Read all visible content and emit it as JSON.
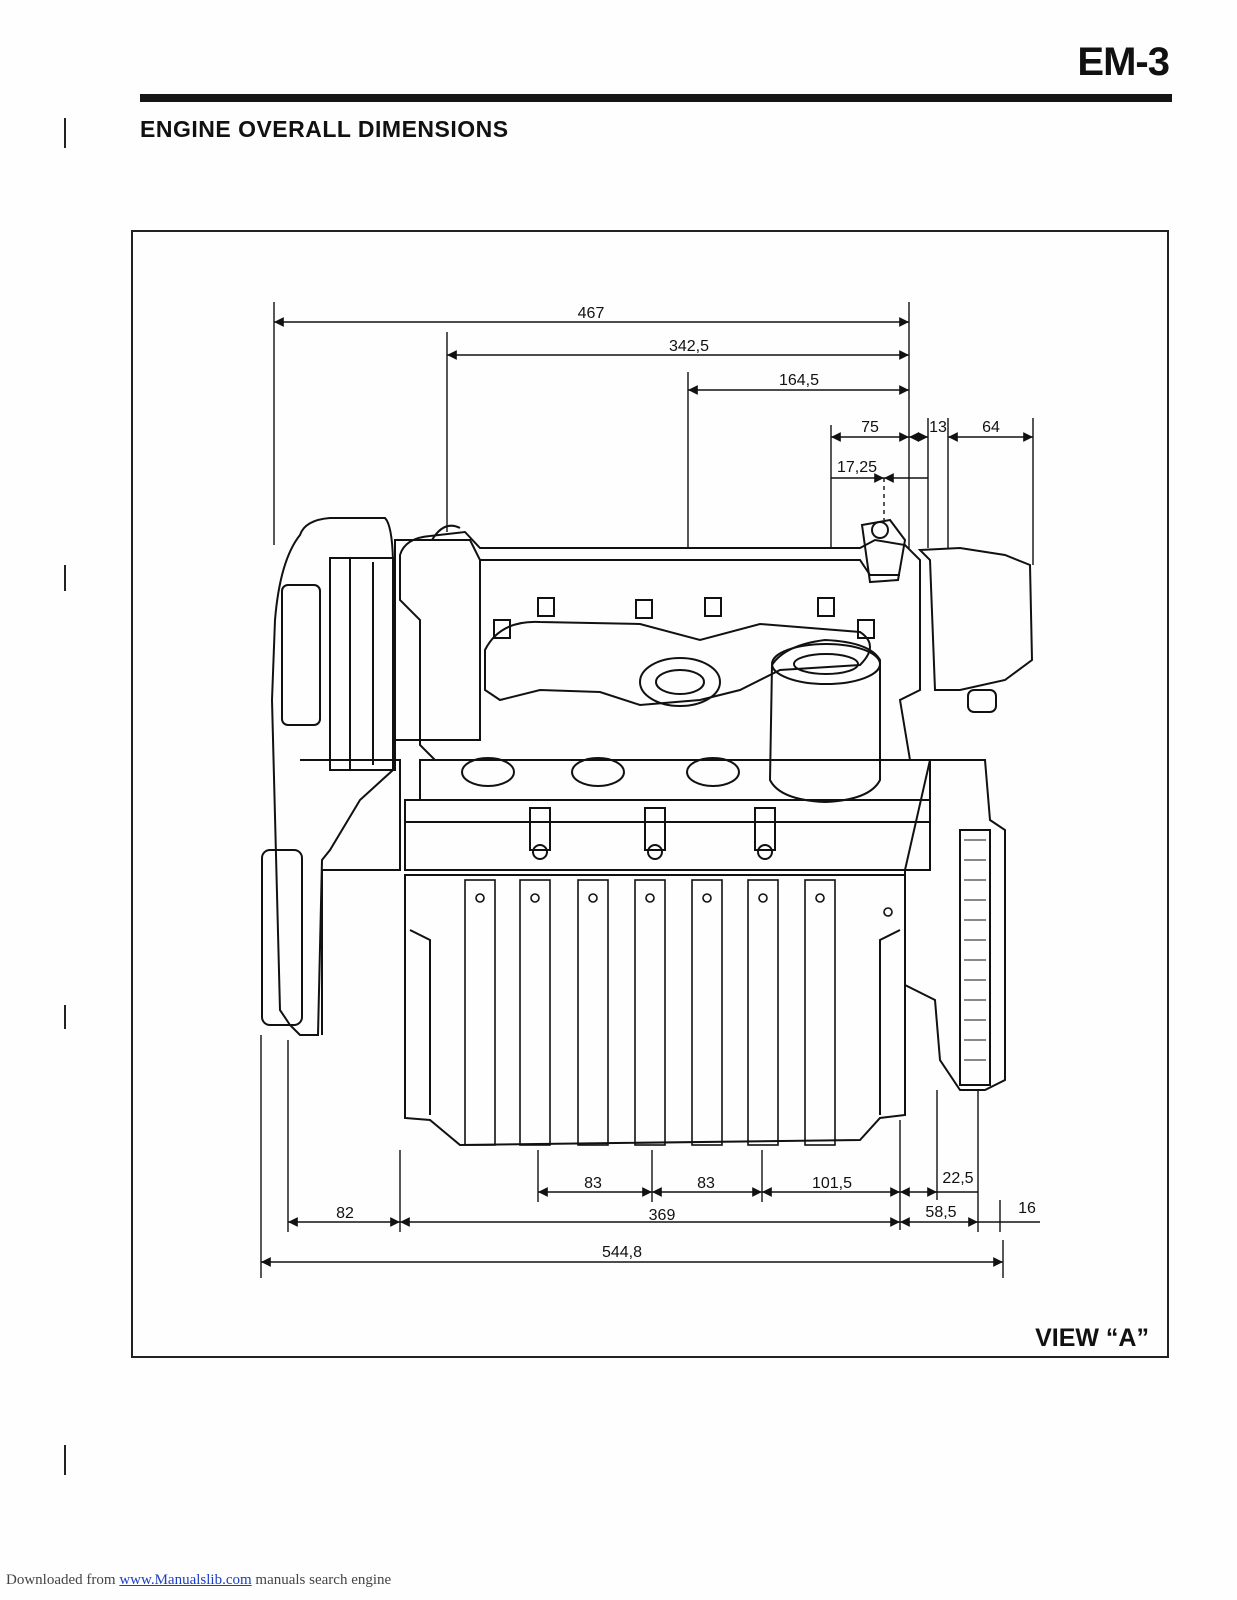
{
  "header": {
    "page_code": "EM-3",
    "title": "ENGINE OVERALL DIMENSIONS"
  },
  "figure": {
    "view_label": "VIEW “A”",
    "dimensions": {
      "d467": "467",
      "d342_5": "342,5",
      "d164_5": "164,5",
      "d75": "75",
      "d13": "13",
      "d64": "64",
      "d17_25": "17,25",
      "d83a": "83",
      "d83b": "83",
      "d101_5": "101,5",
      "d22_5": "22,5",
      "d82": "82",
      "d369": "369",
      "d58_5": "58,5",
      "d16": "16",
      "d544_8": "544,8"
    }
  },
  "footer": {
    "prefix": "Downloaded from ",
    "link_text": "www.Manualslib.com",
    "suffix": " manuals search engine"
  }
}
